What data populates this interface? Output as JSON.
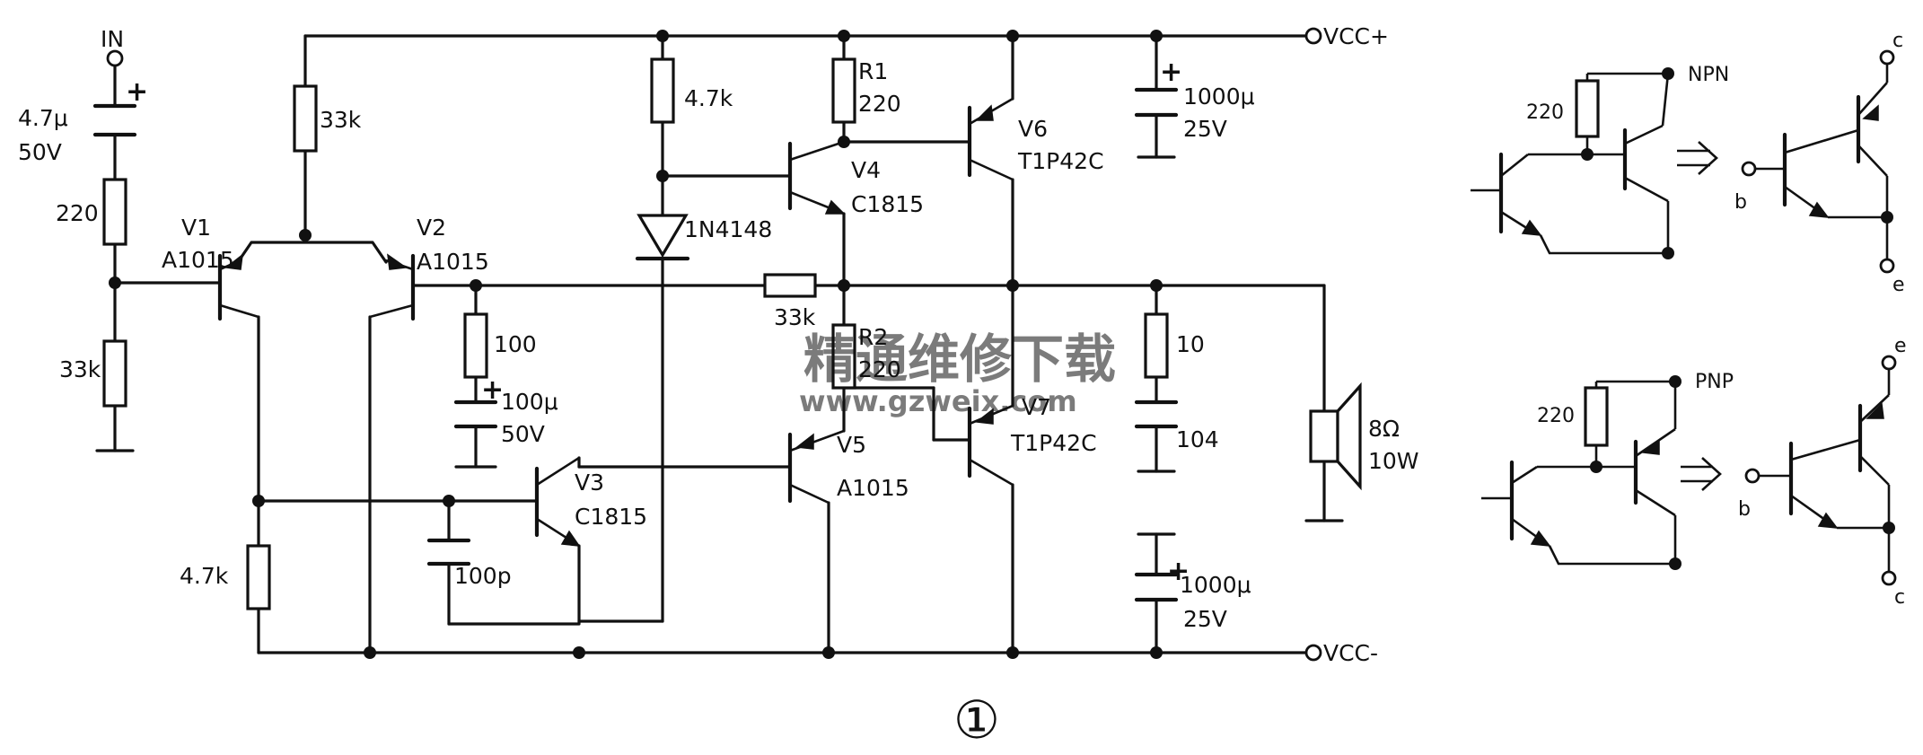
{
  "rails": {
    "positive": "VCC+",
    "negative": "VCC-",
    "input": "IN"
  },
  "transistors": {
    "v1": {
      "ref": "V1",
      "part": "A1015"
    },
    "v2": {
      "ref": "V2",
      "part": "A1015"
    },
    "v3": {
      "ref": "V3",
      "part": "C1815"
    },
    "v4": {
      "ref": "V4",
      "part": "C1815"
    },
    "v5": {
      "ref": "V5",
      "part": "A1015"
    },
    "v6": {
      "ref": "V6",
      "part": "T1P42C"
    },
    "v7": {
      "ref": "V7",
      "part": "T1P42C"
    }
  },
  "passives": {
    "c_in": {
      "value": "4.7μ",
      "rating": "50V"
    },
    "r_in_series": "220",
    "r_in_bias": "33k",
    "r_tail": "33k",
    "r_v1_load": "4.7k",
    "r_vas_load": "4.7k",
    "diode": "1N4148",
    "r_feedback": "33k",
    "r_gnd_fb": "100",
    "c_fb": {
      "value": "100μ",
      "rating": "50V"
    },
    "c_comp": "100p",
    "r1": {
      "ref": "R1",
      "value": "220"
    },
    "r2": {
      "ref": "R2",
      "value": "220"
    },
    "c_rail_pos": {
      "value": "1000μ",
      "rating": "25V"
    },
    "c_rail_neg": {
      "value": "1000μ",
      "rating": "25V"
    },
    "r_zobel": "10",
    "c_zobel": "104",
    "speaker": {
      "impedance": "8Ω",
      "power": "10W"
    }
  },
  "equivalents": {
    "npn": {
      "type": "NPN",
      "resistor": "220",
      "c": "c",
      "b": "b",
      "e": "e"
    },
    "pnp": {
      "type": "PNP",
      "resistor": "220",
      "c": "c",
      "b": "b",
      "e": "e"
    }
  },
  "figure_label": "①",
  "watermark": {
    "title": "精通维修下载",
    "url": "www.gzweix.com"
  }
}
